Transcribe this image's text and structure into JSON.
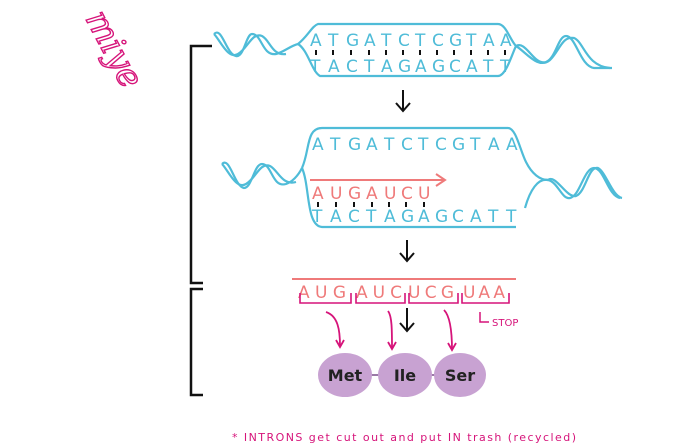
{
  "signature": "miye",
  "colors": {
    "dna": "#4fbcd8",
    "rna": "#ef7a7a",
    "annotation": "#d6147a",
    "amino_acid": "#c8a2d2",
    "bracket": "#111111"
  },
  "stage1": {
    "top_strand": [
      "A",
      "T",
      "G",
      "A",
      "T",
      "C",
      "T",
      "C",
      "G",
      "T",
      "A",
      "A"
    ],
    "bottom_strand": [
      "T",
      "A",
      "C",
      "T",
      "A",
      "G",
      "A",
      "G",
      "C",
      "A",
      "T",
      "T"
    ]
  },
  "stage2": {
    "top_strand": [
      "A",
      "T",
      "G",
      "A",
      "T",
      "C",
      "T",
      "C",
      "G",
      "T",
      "A",
      "A"
    ],
    "mrna": [
      "A",
      "U",
      "G",
      "A",
      "U",
      "C",
      "U"
    ],
    "bottom_strand": [
      "T",
      "A",
      "C",
      "T",
      "A",
      "G",
      "A",
      "G",
      "C",
      "A",
      "T",
      "T"
    ]
  },
  "stage3": {
    "codons": [
      "AUG",
      "AUC",
      "UCG",
      "UAA"
    ],
    "stop_label": "STOP",
    "amino_acids": [
      "Met",
      "Ile",
      "Ser"
    ]
  },
  "footnote": "* INTRONS get cut out and put IN trash (recycled)"
}
